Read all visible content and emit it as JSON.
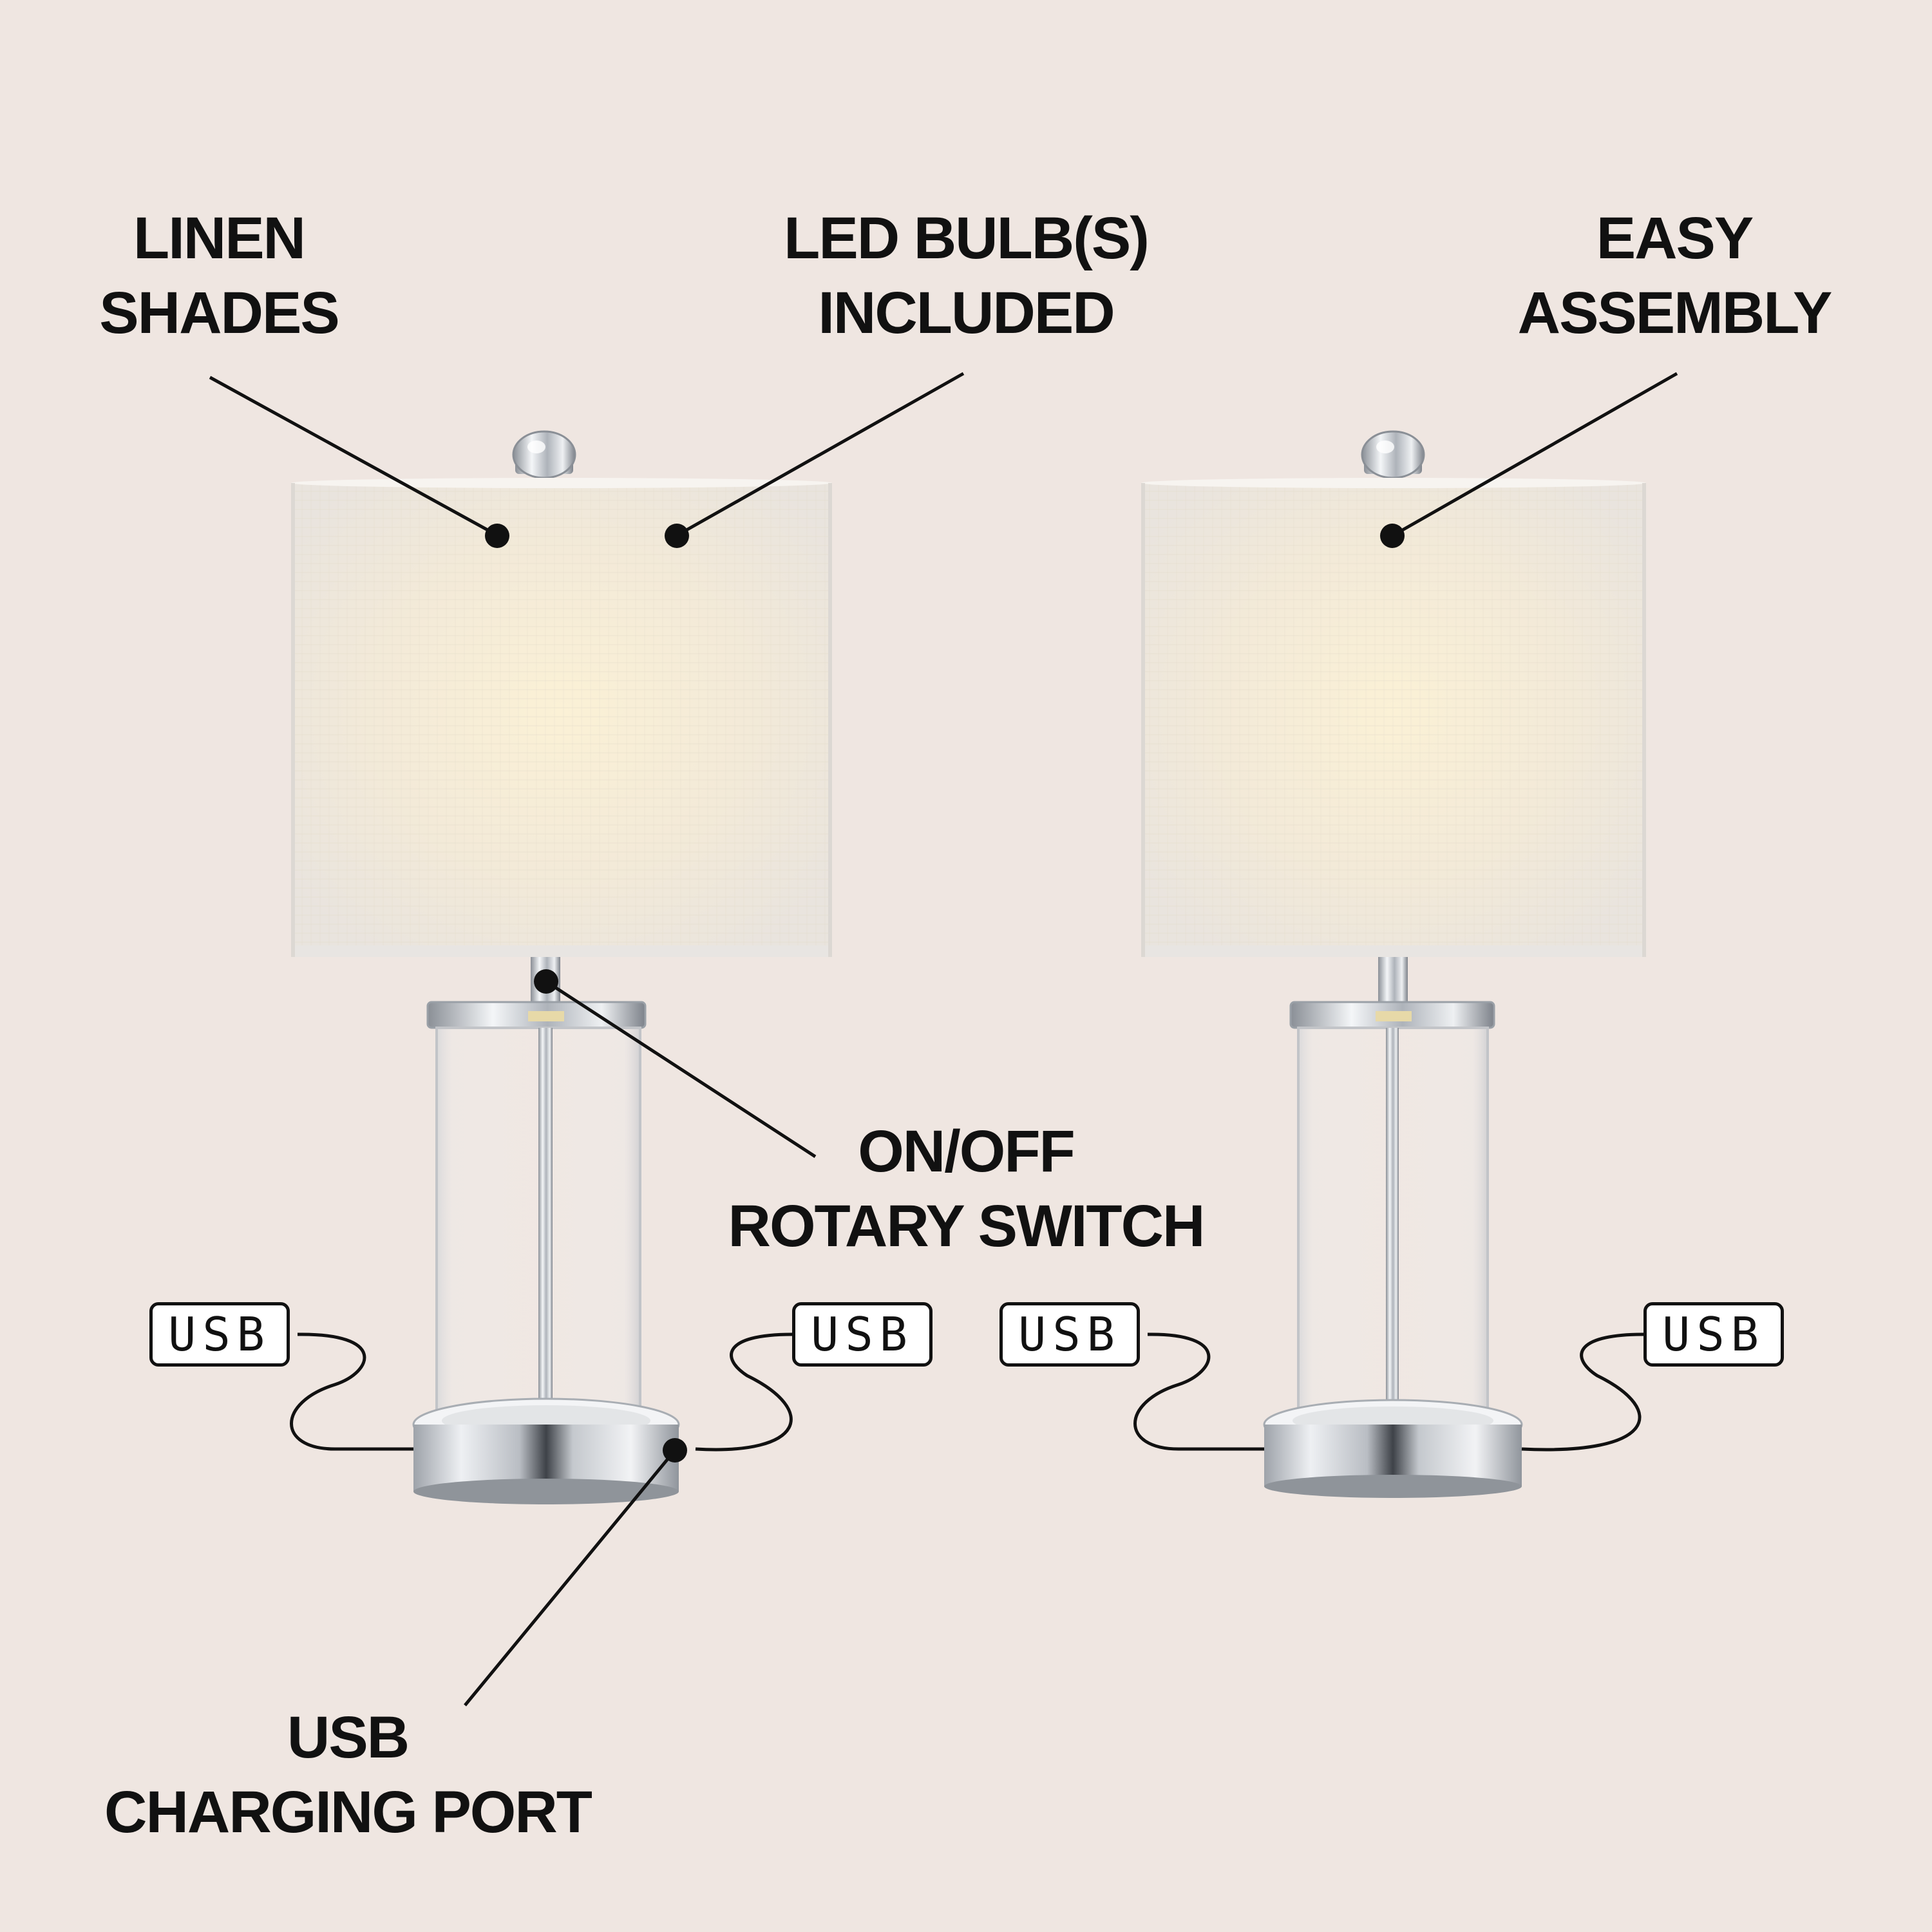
{
  "colors": {
    "background": "#efe6e1",
    "text": "#111111",
    "shade": "#f1eadd",
    "chrome": "#c9ccd1"
  },
  "callouts": {
    "linen_shades": {
      "line1": "LINEN",
      "line2": "SHADES"
    },
    "led_bulbs": {
      "line1": "LED BULB(S)",
      "line2": "INCLUDED"
    },
    "easy_assembly": {
      "line1": "EASY",
      "line2": "ASSEMBLY"
    },
    "rotary_switch": {
      "line1": "ON/OFF",
      "line2": "ROTARY SWITCH"
    },
    "usb_port": {
      "line1": "USB",
      "line2": "CHARGING PORT"
    }
  },
  "usb_tags": [
    "USB",
    "USB",
    "USB",
    "USB"
  ],
  "icons": [
    "table-lamp-left",
    "table-lamp-right",
    "usb-cable"
  ]
}
